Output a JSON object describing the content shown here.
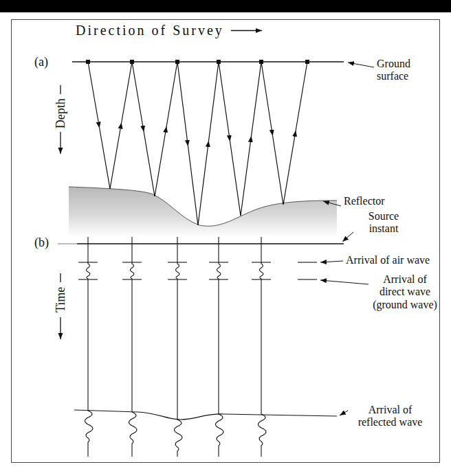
{
  "diagram": {
    "labels": [
      "Direction of Survey",
      "(a)",
      "Ground surface",
      "Depth",
      "Reflector",
      "Source instant",
      "(b)",
      "Arrival of air wave",
      "Time",
      "Arrival of direct wave (ground wave)",
      "Arrival of reflected wave"
    ]
  }
}
